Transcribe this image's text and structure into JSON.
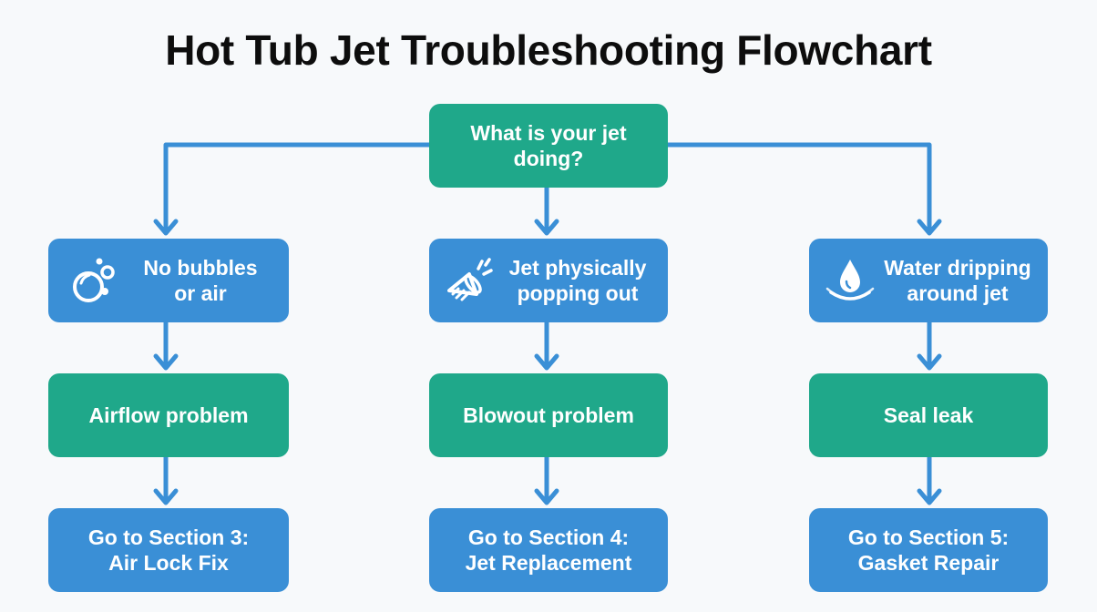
{
  "title": "Hot Tub Jet Troubleshooting Flowchart",
  "colors": {
    "teal": "#1fa88a",
    "blue": "#3a8fd6",
    "connector": "#3a8fd6"
  },
  "root": {
    "lines": [
      "What is your jet",
      "doing?"
    ]
  },
  "branches": [
    {
      "symptom": {
        "lines": [
          "No bubbles",
          "or air"
        ],
        "icon": "bubbles-icon"
      },
      "diagnosis": {
        "lines": [
          "Airflow problem"
        ]
      },
      "action": {
        "lines": [
          "Go to Section 3:",
          "Air Lock Fix"
        ]
      }
    },
    {
      "symptom": {
        "lines": [
          "Jet physically",
          "popping out"
        ],
        "icon": "jet-popping-icon"
      },
      "diagnosis": {
        "lines": [
          "Blowout problem"
        ]
      },
      "action": {
        "lines": [
          "Go to Section 4:",
          "Jet Replacement"
        ]
      }
    },
    {
      "symptom": {
        "lines": [
          "Water dripping",
          "around jet"
        ],
        "icon": "water-drop-icon"
      },
      "diagnosis": {
        "lines": [
          "Seal leak"
        ]
      },
      "action": {
        "lines": [
          "Go to Section 5:",
          "Gasket Repair"
        ]
      }
    }
  ]
}
